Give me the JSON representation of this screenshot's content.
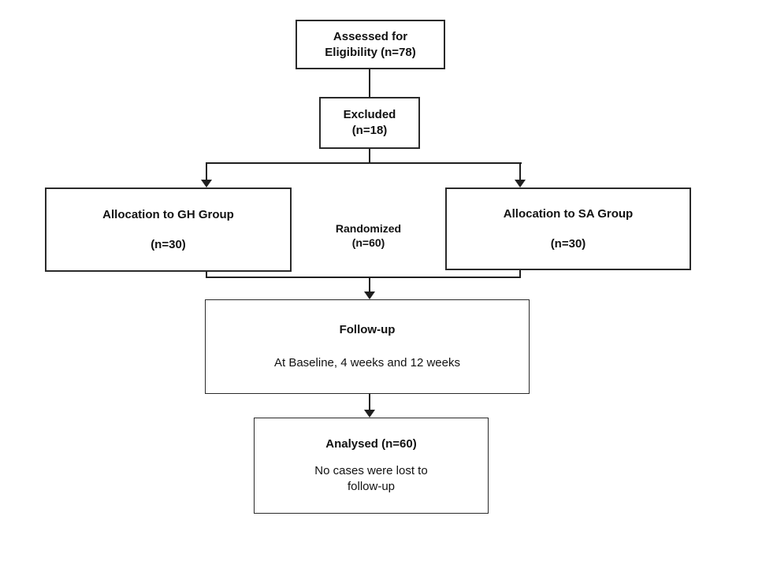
{
  "flowchart": {
    "assessed": {
      "line1": "Assessed for",
      "line2": "Eligibility (n=78)"
    },
    "excluded": {
      "line1": "Excluded",
      "line2": "(n=18)"
    },
    "allocation_gh": {
      "line1": "Allocation to GH Group",
      "line2": "(n=30)"
    },
    "allocation_sa": {
      "line1": "Allocation to SA Group",
      "line2": "(n=30)"
    },
    "randomized": {
      "line1": "Randomized",
      "line2": "(n=60)"
    },
    "followup": {
      "title": "Follow-up",
      "detail": "At Baseline, 4 weeks and 12 weeks"
    },
    "analysed": {
      "title": "Analysed (n=60)",
      "detail_line1": "No cases were lost to",
      "detail_line2": "follow-up"
    },
    "colors": {
      "line": "#1f1f1f",
      "border": "#2a2a2a",
      "background": "#ffffff",
      "text": "#111111"
    }
  }
}
